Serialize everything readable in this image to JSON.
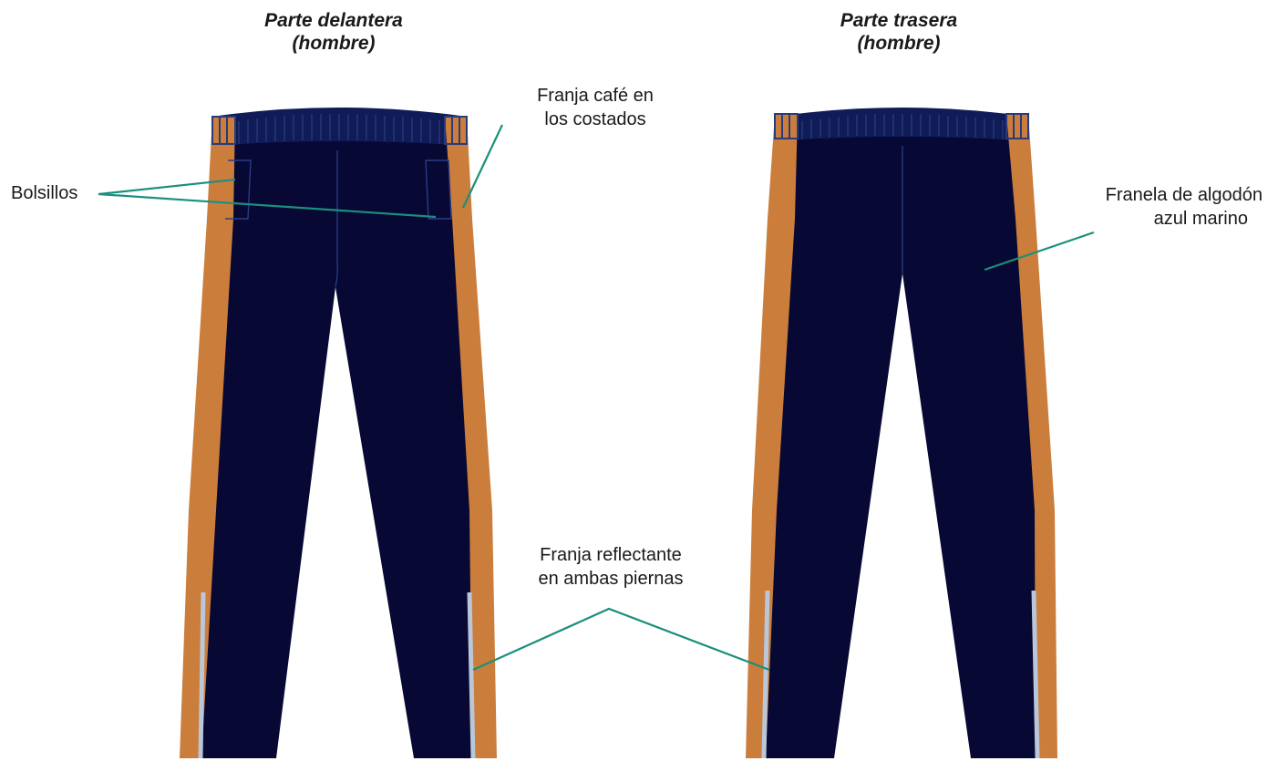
{
  "titles": {
    "front_line1": "Parte delantera",
    "front_line2": "(hombre)",
    "back_line1": "Parte trasera",
    "back_line2": "(hombre)"
  },
  "callouts": {
    "pockets": "Bolsillos",
    "side_stripe_line1": "Franja café en",
    "side_stripe_line2": "los costados",
    "fabric_line1": "Franela de algodón",
    "fabric_line2": "azul marino",
    "reflective_line1": "Franja reflectante",
    "reflective_line2": "en ambas piernas"
  },
  "colors": {
    "fabric": "#070833",
    "waistband": "#0f1c58",
    "rib_lines": "#2a3a7a",
    "side_stripe": "#cb7d3c",
    "reflective": "#b9c7d8",
    "seam": "#2b3c86",
    "leader_line": "#1a8f7d"
  }
}
